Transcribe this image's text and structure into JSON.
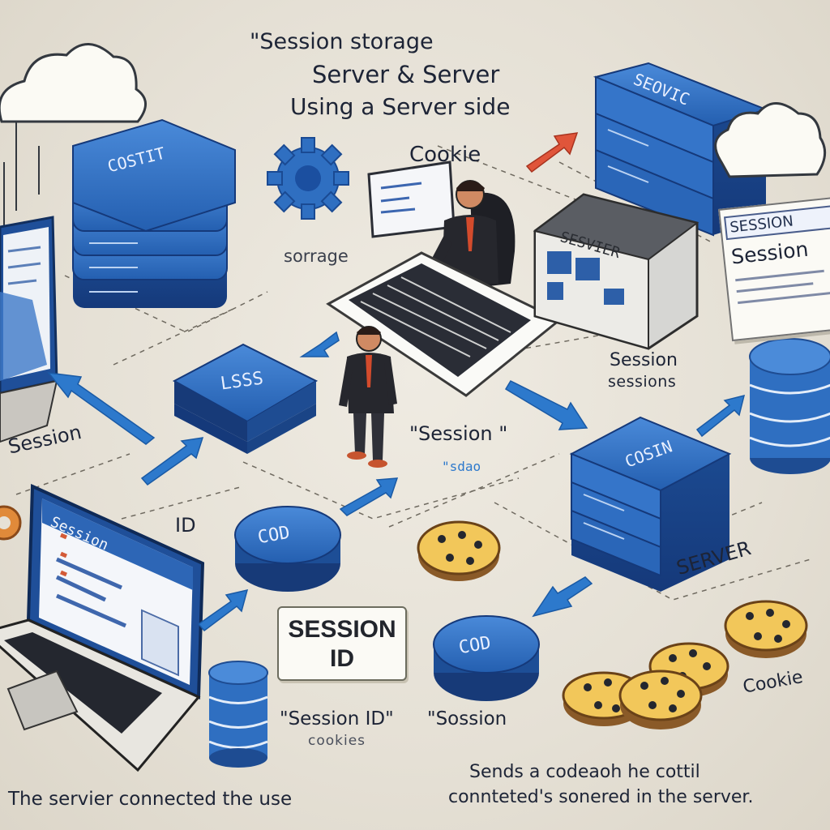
{
  "title": {
    "line1": "\"Session storage",
    "line2": "Server & Server",
    "line3": "Using a Server side"
  },
  "labels": {
    "cookie_top": "Cookie",
    "sorrage": "sorrage",
    "session_sessions_1": "Session",
    "session_sessions_2": "sessions",
    "session_left": "Session",
    "session_quoted": "\"Session \"",
    "id_label": "ID",
    "server_label": "SERVER",
    "session_id_quoted": "\"Session ID\"",
    "sossion_quoted": "\"Sossion",
    "cookies": "cookies",
    "cookie_right": "Cookie",
    "bottom_left": "The servier connected the use",
    "bottom_right_1": "Sends a codeaoh he cottil",
    "bottom_right_2": "connteted's sonered in the server."
  },
  "session_id_box": {
    "line1": "SESSION",
    "line2": "ID"
  },
  "session_card": {
    "tab": "SESSION",
    "title": "Session"
  },
  "device_text": {
    "server_top_left": "COSTIT",
    "server_top_right": "SEOVIC",
    "disk_mid": "LSSS",
    "server_mid_right": "COSIN",
    "session_box": "SESVIER",
    "disk_cod_1": "COD",
    "disk_cod_2": "COD",
    "laptop_screen": "Session",
    "small_chip": "\"sdao"
  },
  "colors": {
    "blue": "#2f6fc1",
    "dark_blue": "#173a78",
    "arrow_blue": "#2d79cc",
    "cookie": "#f2c75a",
    "ink": "#1d2436",
    "background": "#e6e1d6"
  },
  "icons": [
    "cloud-icon",
    "gear-icon",
    "arrow-icon",
    "cookie-icon",
    "person-icon",
    "database-icon"
  ]
}
